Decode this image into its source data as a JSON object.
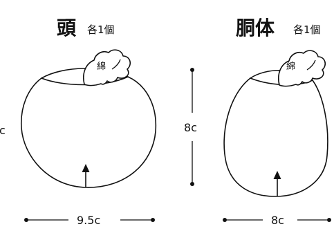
{
  "head": {
    "title": "頭",
    "count": "各1個",
    "cotton": "綿",
    "width": "9.5c",
    "height_partial": "c"
  },
  "body": {
    "title": "胴体",
    "count": "各1個",
    "cotton": "綿",
    "width": "8c",
    "height": "8c"
  }
}
